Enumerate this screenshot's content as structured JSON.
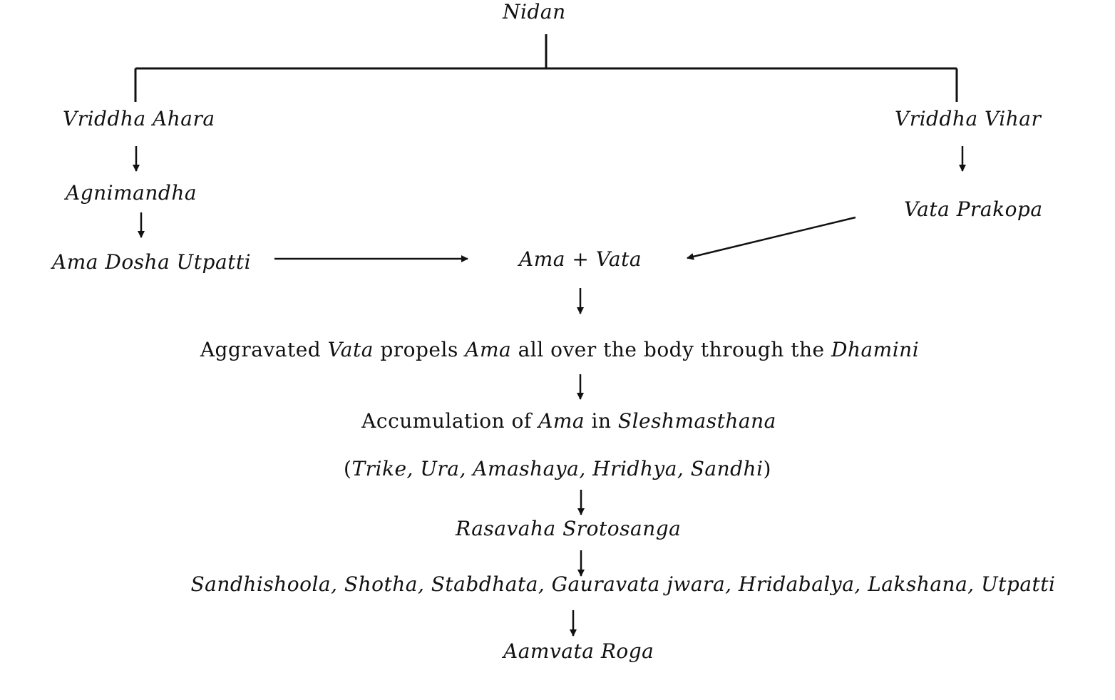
{
  "nodes": {
    "nidan": "Nidan",
    "vriddha_ahara": "Vriddha Ahara",
    "vriddha_vihar": "Vriddha Vihar",
    "agnimandha": "Agnimandha",
    "vata_prakopa": "Vata Prakopa",
    "ama_dosha_utpatti": "Ama Dosha Utpatti",
    "ama_vata": "Ama + Vata",
    "aggravated": {
      "t1": "Aggravated ",
      "t2": "Vata",
      "t3": " propels ",
      "t4": "Ama",
      "t5": " all over the body through the ",
      "t6": "Dhamini"
    },
    "accumulation": {
      "t1": "Accumulation of ",
      "t2": "Ama",
      "t3": " in ",
      "t4": "Sleshmasthana"
    },
    "sites": {
      "t1": "(",
      "t2": "Trike, Ura, Amashaya, Hridhya, Sandhi",
      "t3": ")"
    },
    "rasavaha": "Rasavaha Srotosanga",
    "lakshana": "Sandhishoola, Shotha, Stabdhata, Gauravata jwara, Hridabalya, Lakshana, Utpatti",
    "aamvata": "Aamvata Roga"
  },
  "colors": {
    "text": "#111111",
    "line": "#111111",
    "background": "#ffffff"
  }
}
